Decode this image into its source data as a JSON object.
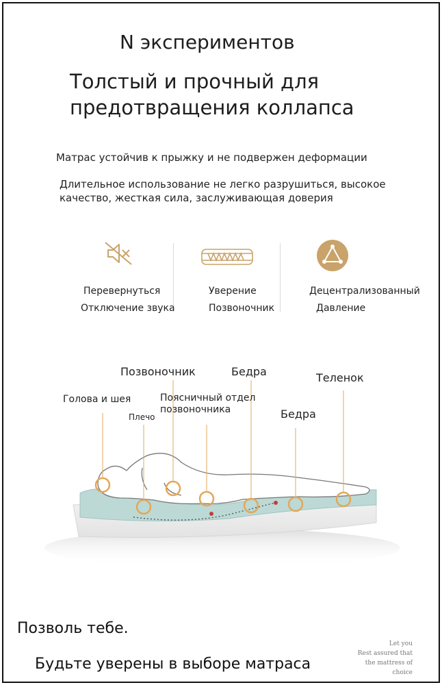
{
  "header": {
    "title_top": "N экспериментов",
    "title_main": "Толстый и прочный для предотвращения коллапса"
  },
  "intro": {
    "line1": "Матрас устойчив к прыжку и не подвержен деформации",
    "line2": "Длительное использование не легко разрушиться, высокое качество, жесткая сила, заслуживающая доверия"
  },
  "features": [
    {
      "icon": "mute-icon",
      "line1": "Перевернуться",
      "line2": "Отключение звука"
    },
    {
      "icon": "spring-coil-icon",
      "line1": "Уверение",
      "line2": "Позвоночник"
    },
    {
      "icon": "triangle-pressure-icon",
      "line1": "Децентрализованный",
      "line2": "Давление"
    }
  ],
  "diagram": {
    "labels": {
      "spine": "Позвоночник",
      "hips1": "Бедра",
      "calf": "Теленок",
      "head_neck": "Голова и шея",
      "lumbar": "Поясничный отдел позвоночника",
      "shoulder": "Плечо",
      "hips2": "Бедра"
    },
    "accent_color": "#e2a85a",
    "mattress_color": "#bcd9d6"
  },
  "footer": {
    "line1": "Позволь тебе.",
    "line2": "Будьте уверены в выборе матраса",
    "script_lines": [
      "Let you",
      "Rest assured that",
      "the mattress of choice"
    ]
  }
}
